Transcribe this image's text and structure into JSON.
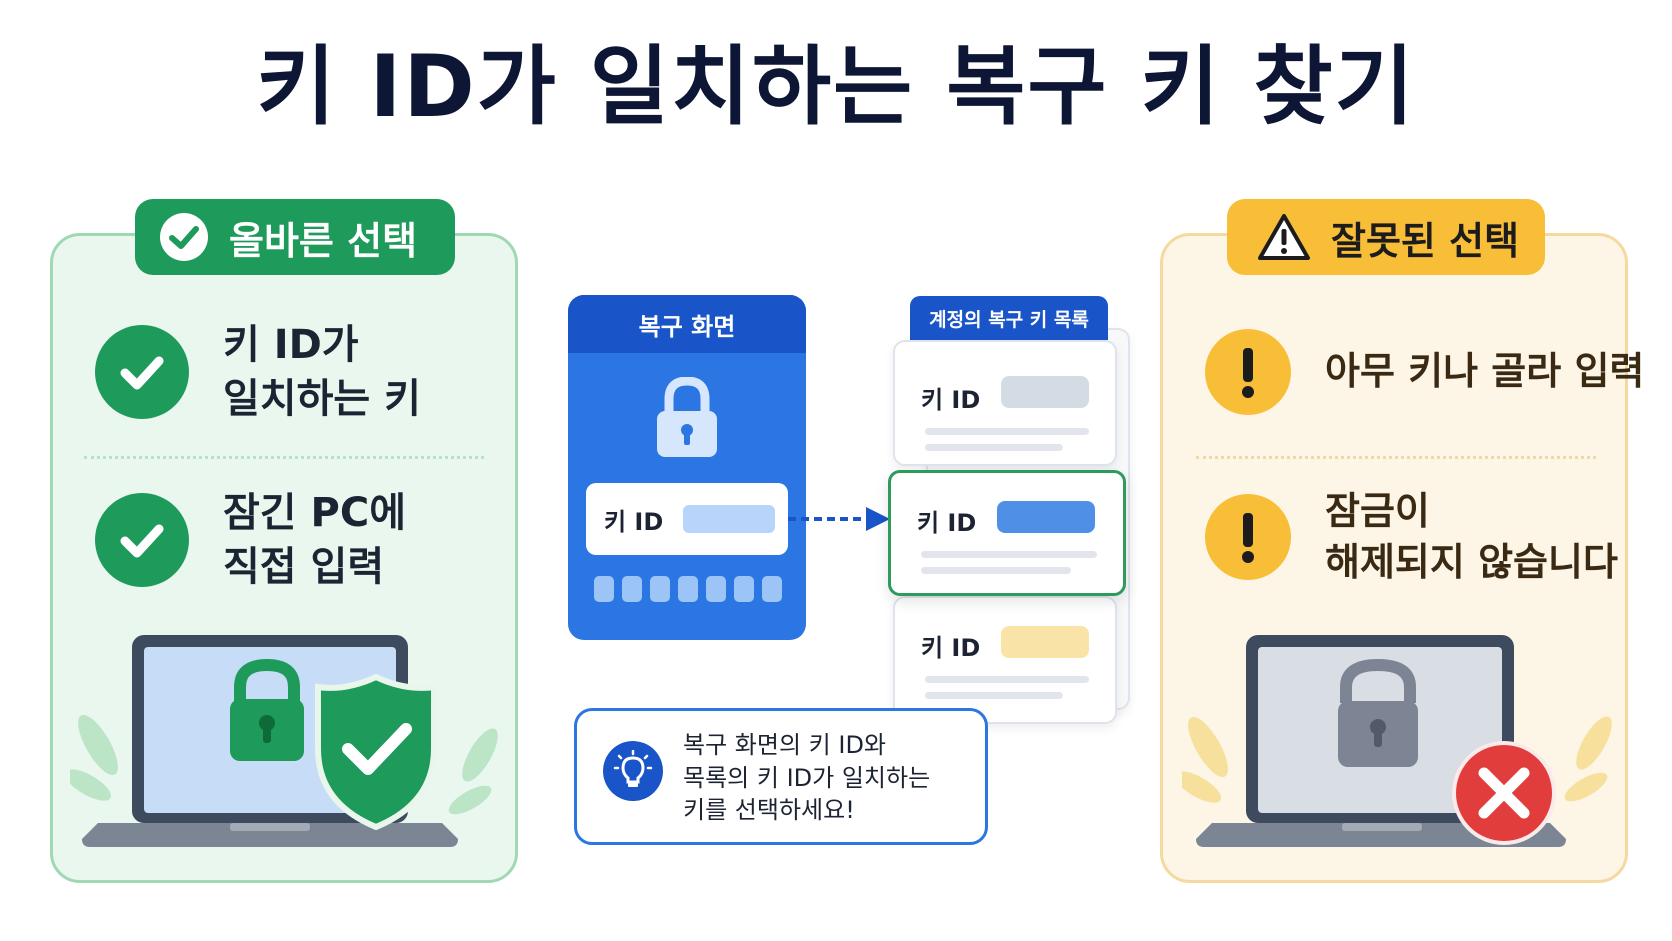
{
  "title": "키 ID가 일치하는 복구 키 찾기",
  "good": {
    "badge": "올바른 선택",
    "items": [
      {
        "line1": "키 ID가",
        "line2": "일치하는 키"
      },
      {
        "line1": "잠긴 PC에",
        "line2": "직접 입력"
      }
    ]
  },
  "bad": {
    "badge": "잘못된 선택",
    "items": [
      {
        "line1": "아무 키나 골라 입력",
        "line2": ""
      },
      {
        "line1": "잠금이",
        "line2": "해제되지 않습니다"
      }
    ]
  },
  "recovery_screen": {
    "title": "복구 화면",
    "key_id_label": "키 ID"
  },
  "key_list": {
    "title": "계정의 복구 키 목록",
    "cards": [
      {
        "label": "키 ID"
      },
      {
        "label": "키 ID"
      },
      {
        "label": "키 ID"
      }
    ]
  },
  "tip": {
    "text": "복구 화면의 키 ID와\n목록의 키 ID가 일치하는\n키를 선택하세요!"
  },
  "colors": {
    "good_green": "#1e9a5a",
    "warn_yellow": "#f8be37",
    "brand_blue": "#1955c8",
    "error_red": "#e23d3d"
  },
  "icons": [
    "check-circle-icon",
    "warning-triangle-icon",
    "exclamation-icon",
    "lock-icon",
    "shield-check-icon",
    "x-circle-icon",
    "lightbulb-icon",
    "arrow-right-icon"
  ]
}
